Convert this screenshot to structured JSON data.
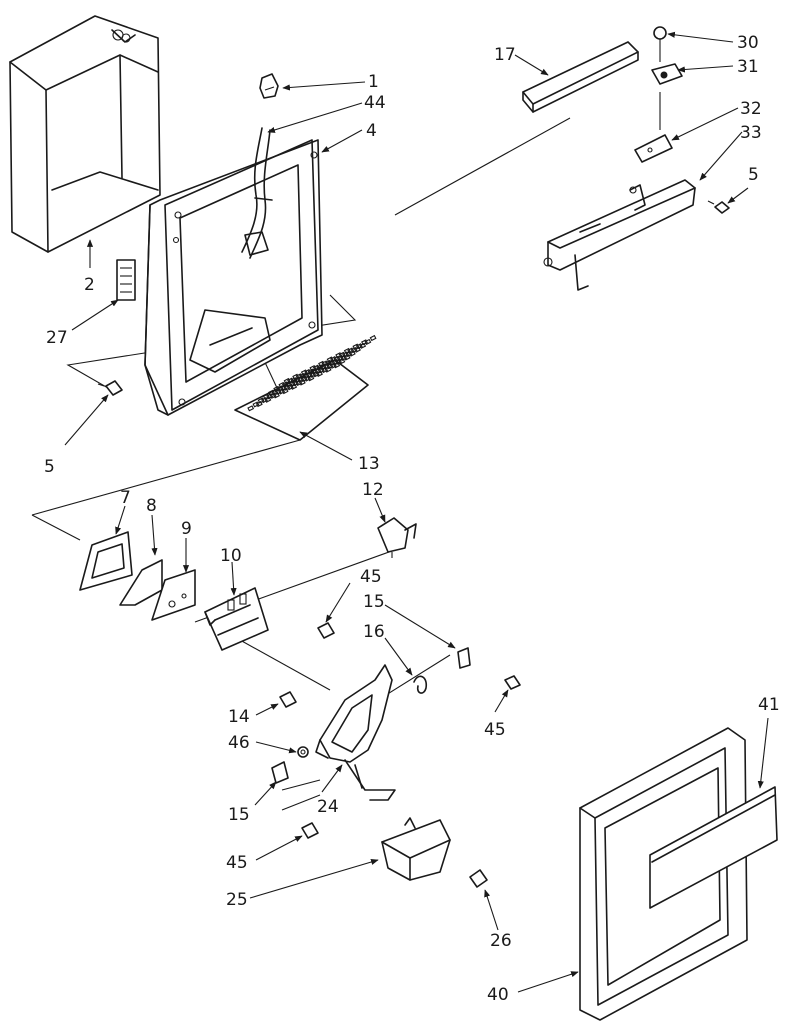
{
  "callouts": {
    "c1": "1",
    "c2": "2",
    "c4": "4",
    "c5a": "5",
    "c5b": "5",
    "c7": "7",
    "c8": "8",
    "c9": "9",
    "c10": "10",
    "c12": "12",
    "c13": "13",
    "c14": "14",
    "c15a": "15",
    "c15b": "15",
    "c16": "16",
    "c17": "17",
    "c24": "24",
    "c25": "25",
    "c26": "26",
    "c27": "27",
    "c30": "30",
    "c31": "31",
    "c32": "32",
    "c33": "33",
    "c40": "40",
    "c41": "41",
    "c44": "44",
    "c45a": "45",
    "c45b": "45",
    "c45c": "45",
    "c46": "46"
  }
}
